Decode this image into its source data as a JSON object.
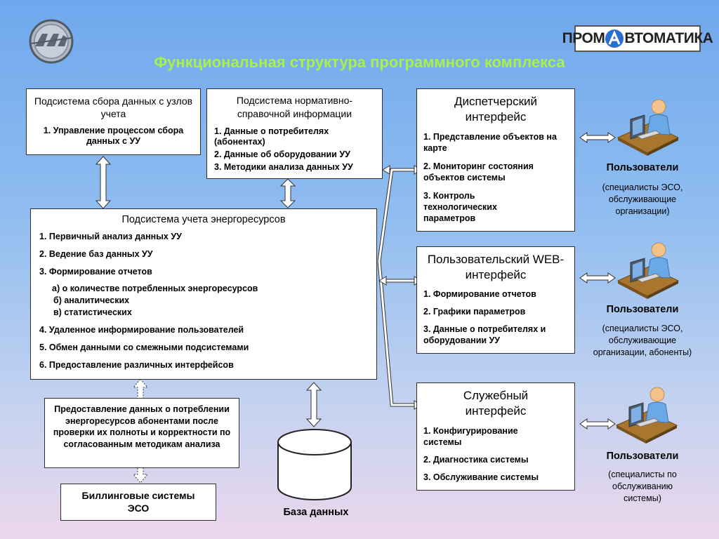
{
  "header": {
    "title": "Функциональная структура программного комплекса",
    "logo_right": "ПРОМ",
    "logo_right_tail": "ВТОМАТИКА"
  },
  "boxes": {
    "data_collection": {
      "title": "Подсистема сбора данных с узлов учета",
      "items": [
        "1. Управление процессом сбора данных с УУ"
      ]
    },
    "reference": {
      "title": "Подсистема нормативно-справочной информации",
      "items": [
        "1. Данные о потребителях (абонентах)",
        "2. Данные об оборудовании УУ",
        "3. Методики анализа данных УУ"
      ]
    },
    "energy": {
      "title": "Подсистема учета энергоресурсов",
      "items": [
        "1. Первичный анализ данных УУ",
        "2. Ведение баз данных УУ",
        "3. Формирование отчетов",
        "а) о количестве потребленных энергоресурсов",
        "б) аналитических",
        "в) статистических",
        "4. Удаленное информирование пользователей",
        "5. Обмен данными со смежными подсистемами",
        "6. Предоставление различных интерфейсов"
      ]
    },
    "dispatcher": {
      "title": "Диспетчерский интерфейс",
      "items": [
        "1. Представление объектов на карте",
        "2. Мониторинг состояния объектов системы",
        "3. Контроль технологических параметров"
      ]
    },
    "web": {
      "title": "Пользовательский WEB-интерфейс",
      "items": [
        "1. Формирование отчетов",
        "2. Графики параметров",
        "3. Данные о потребителях и оборудовании УУ"
      ]
    },
    "service": {
      "title": "Служебный интерфейс",
      "items": [
        "1. Конфигурирование системы",
        "2. Диагностика системы",
        "3. Обслуживание системы"
      ]
    },
    "provision": {
      "text": "Предоставление данных о потреблении энергоресурсов абонентами после проверки их полноты и корректности по согласованным методикам анализа"
    },
    "billing": {
      "text": "Биллинговые системы ЭСО"
    }
  },
  "database": {
    "label": "База данных"
  },
  "users": [
    {
      "title": "Пользователи",
      "desc": "(специалисты ЭСО, обслуживающие организации)"
    },
    {
      "title": "Пользователи",
      "desc": "(специалисты ЭСО, обслуживающие организации, абоненты)"
    },
    {
      "title": "Пользователи",
      "desc": "(специалисты по обслуживанию системы)"
    }
  ],
  "colors": {
    "title": "#a8f04a",
    "arrow": "#ffffff",
    "box_border": "#303030"
  }
}
